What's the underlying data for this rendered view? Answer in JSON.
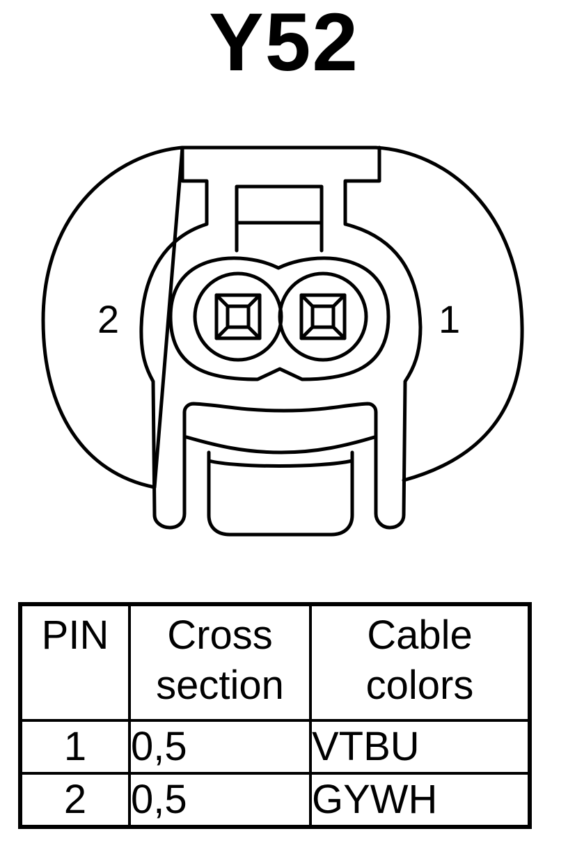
{
  "title": "Y52",
  "connector": {
    "pin_labels": {
      "left": "2",
      "right": "1"
    }
  },
  "table": {
    "headers": {
      "pin": "PIN",
      "cross_line1": "Cross",
      "cross_line2": "section",
      "colors_line1": "Cable",
      "colors_line2": "colors"
    },
    "rows": [
      {
        "pin": "1",
        "cross_section": "0,5",
        "cable_color": "VTBU"
      },
      {
        "pin": "2",
        "cross_section": "0,5",
        "cable_color": "GYWH"
      }
    ]
  }
}
